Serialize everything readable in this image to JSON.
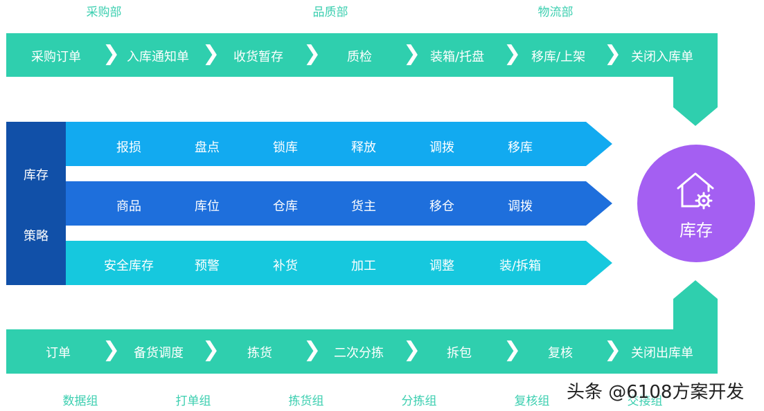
{
  "departments": [
    "采购部",
    "品质部",
    "物流部"
  ],
  "inbound_steps": [
    "采购订单",
    "入库通知单",
    "收货暂存",
    "质检",
    "装箱/托盘",
    "移库/上架",
    "关闭入库单"
  ],
  "strategy": {
    "line1": "库存",
    "line2": "策略"
  },
  "rows": [
    {
      "color": "#12aaf0",
      "items": [
        "报损",
        "盘点",
        "锁库",
        "释放",
        "调拨",
        "移库"
      ]
    },
    {
      "color": "#1e6fdc",
      "items": [
        "商品",
        "库位",
        "仓库",
        "货主",
        "移仓",
        "调拨"
      ]
    },
    {
      "color": "#16c8de",
      "items": [
        "安全库存",
        "预警",
        "补货",
        "加工",
        "调整",
        "装/拆箱"
      ]
    }
  ],
  "inventory": {
    "label": "库存",
    "icon": "house-gear-icon"
  },
  "outbound_steps": [
    "订单",
    "备货调度",
    "拣货",
    "二次分拣",
    "拆包",
    "复核",
    "关闭出库单"
  ],
  "groups": [
    "数据组",
    "打单组",
    "拣货组",
    "分拣组",
    "复核组",
    "交接组"
  ],
  "watermark": "头条 @6108方案开发",
  "colors": {
    "teal": "#2fcfae",
    "navy": "#1150a8",
    "purple": "#a45ff2"
  }
}
